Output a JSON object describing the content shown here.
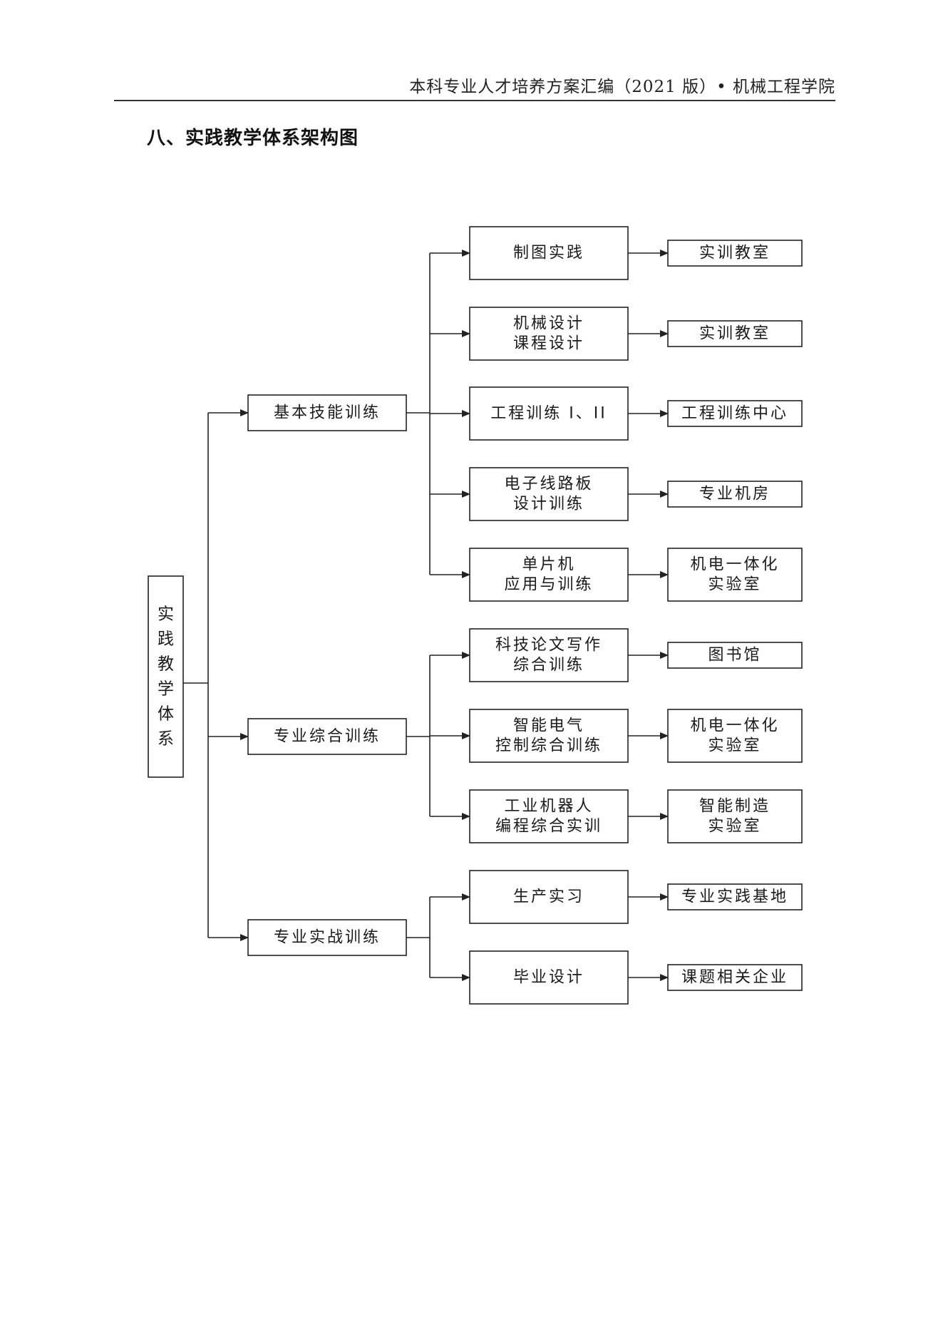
{
  "header": {
    "text": "本科专业人才培养方案汇编（2021 版）• 机械工程学院"
  },
  "section_title": "八、实践教学体系架构图",
  "diagram": {
    "root": {
      "id": "root",
      "lines": [
        "实",
        "践",
        "教",
        "学",
        "体",
        "系"
      ]
    },
    "level1": [
      {
        "id": "l1-basic",
        "lines": [
          "基本技能训练"
        ]
      },
      {
        "id": "l1-comprehensive",
        "lines": [
          "专业综合训练"
        ]
      },
      {
        "id": "l1-practical",
        "lines": [
          "专业实战训练"
        ]
      }
    ],
    "level2": [
      {
        "id": "l2-drafting",
        "parent": "l1-basic",
        "lines": [
          "制图实践"
        ]
      },
      {
        "id": "l2-mech-design",
        "parent": "l1-basic",
        "lines": [
          "机械设计",
          "课程设计"
        ]
      },
      {
        "id": "l2-eng-training",
        "parent": "l1-basic",
        "lines": [
          "工程训练 I、II"
        ]
      },
      {
        "id": "l2-pcb",
        "parent": "l1-basic",
        "lines": [
          "电子线路板",
          "设计训练"
        ]
      },
      {
        "id": "l2-mcu",
        "parent": "l1-basic",
        "lines": [
          "单片机",
          "应用与训练"
        ]
      },
      {
        "id": "l2-writing",
        "parent": "l1-comprehensive",
        "lines": [
          "科技论文写作",
          "综合训练"
        ]
      },
      {
        "id": "l2-smart-elec",
        "parent": "l1-comprehensive",
        "lines": [
          "智能电气",
          "控制综合训练"
        ]
      },
      {
        "id": "l2-robot",
        "parent": "l1-comprehensive",
        "lines": [
          "工业机器人",
          "编程综合实训"
        ]
      },
      {
        "id": "l2-internship",
        "parent": "l1-practical",
        "lines": [
          "生产实习"
        ]
      },
      {
        "id": "l2-graduation",
        "parent": "l1-practical",
        "lines": [
          "毕业设计"
        ]
      }
    ],
    "level3": [
      {
        "id": "l3-1",
        "parent": "l2-drafting",
        "lines": [
          "实训教室"
        ]
      },
      {
        "id": "l3-2",
        "parent": "l2-mech-design",
        "lines": [
          "实训教室"
        ]
      },
      {
        "id": "l3-3",
        "parent": "l2-eng-training",
        "lines": [
          "工程训练中心"
        ]
      },
      {
        "id": "l3-4",
        "parent": "l2-pcb",
        "lines": [
          "专业机房"
        ]
      },
      {
        "id": "l3-5",
        "parent": "l2-mcu",
        "lines": [
          "机电一体化",
          "实验室"
        ]
      },
      {
        "id": "l3-6",
        "parent": "l2-writing",
        "lines": [
          "图书馆"
        ]
      },
      {
        "id": "l3-7",
        "parent": "l2-smart-elec",
        "lines": [
          "机电一体化",
          "实验室"
        ]
      },
      {
        "id": "l3-8",
        "parent": "l2-robot",
        "lines": [
          "智能制造",
          "实验室"
        ]
      },
      {
        "id": "l3-9",
        "parent": "l2-internship",
        "lines": [
          "专业实践基地"
        ]
      },
      {
        "id": "l3-10",
        "parent": "l2-graduation",
        "lines": [
          "课题相关企业"
        ]
      }
    ]
  }
}
